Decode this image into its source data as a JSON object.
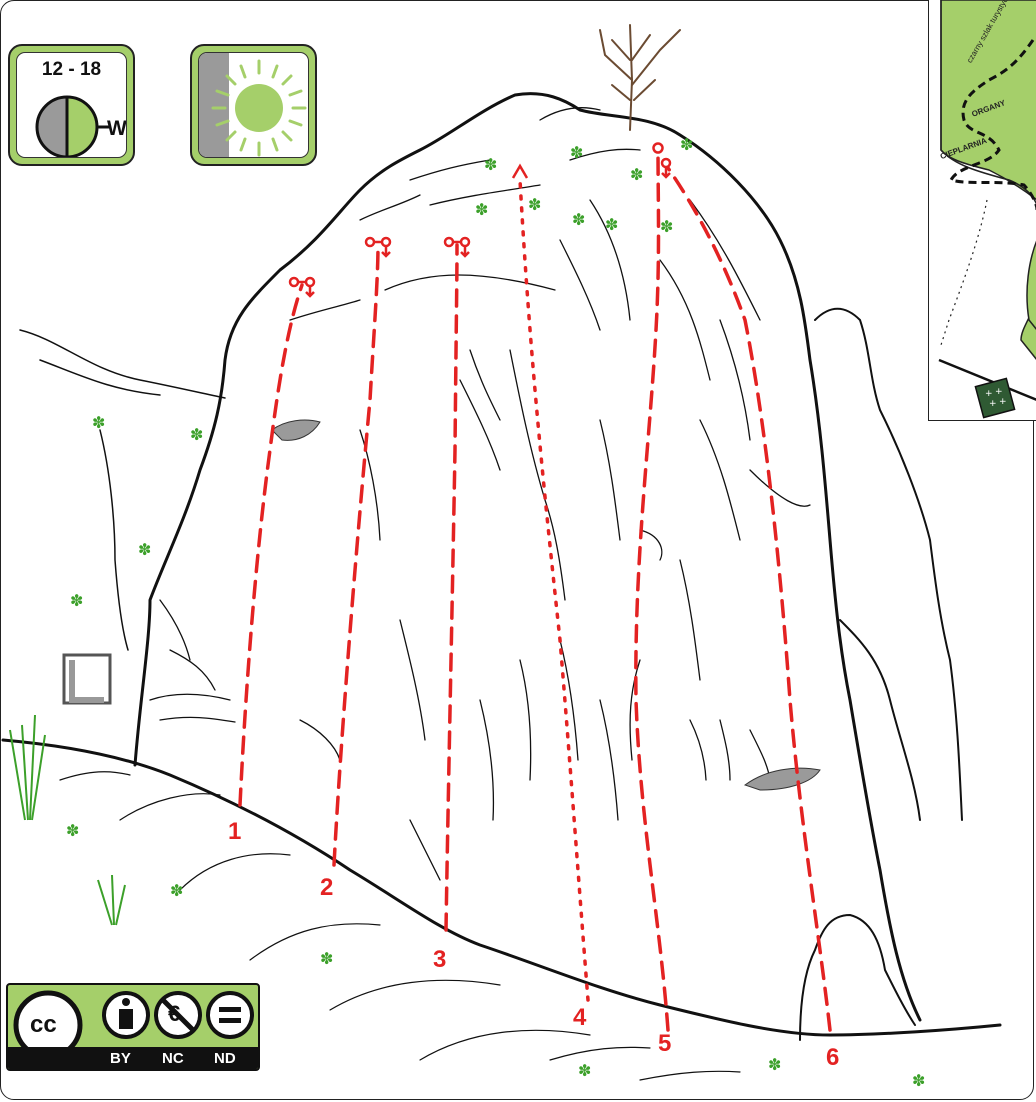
{
  "sector": {
    "sun_hours": "12 - 18",
    "orientation": "W",
    "exposure_icon": "sun-icon"
  },
  "routes": [
    {
      "number": "1",
      "style": "dashed",
      "anchor": "chain-anchor"
    },
    {
      "number": "2",
      "style": "dashed",
      "anchor": "chain-anchor"
    },
    {
      "number": "3",
      "style": "dashed",
      "anchor": "chain-anchor"
    },
    {
      "number": "4",
      "style": "dotted",
      "anchor": "arrow"
    },
    {
      "number": "5",
      "style": "dashed",
      "anchor": "ring-anchor"
    },
    {
      "number": "6",
      "style": "dashed",
      "anchor": "shared-anchor"
    }
  ],
  "minimap": {
    "trail_label": "czarny szlak turystyczny",
    "labels": [
      "ORGANY",
      "CIEPLARNIA"
    ]
  },
  "license": {
    "cc": "cc",
    "by": "BY",
    "nc": "NC",
    "nd": "ND"
  },
  "colors": {
    "route": "#e32222",
    "badge_green": "#a5cf6a",
    "shade_grey": "#9a9a9a",
    "map_green": "#a5cf6a",
    "forest": "#2f5a33",
    "plant": "#3ca02a"
  }
}
